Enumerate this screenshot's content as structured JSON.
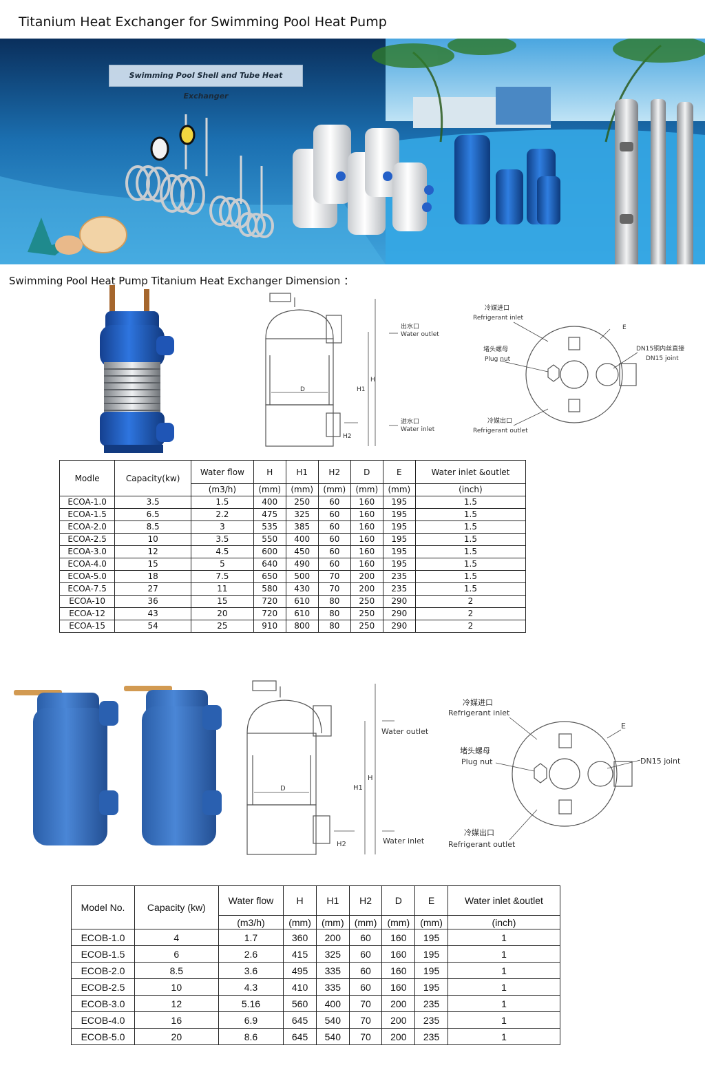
{
  "page_title": "Titanium Heat Exchanger for Swimming Pool Heat Pump",
  "banner_label": "Swimming Pool Shell and Tube Heat Exchanger",
  "section_title": "Swimming Pool Heat Pump Titanium Heat Exchanger Dimension ：",
  "colors": {
    "pool_blue": "#2c86c9",
    "product_blue": "#1f5fb0",
    "grid": "#222222"
  },
  "drawing_a": {
    "water_outlet_cn": "出水口",
    "water_outlet": "Water outlet",
    "water_inlet_cn": "进水口",
    "water_inlet": "Water inlet",
    "dim_h": "H",
    "dim_h1": "H1",
    "dim_h2": "H2",
    "dim_d": "D",
    "refrigerant_inlet_cn": "冷媒进口",
    "refrigerant_inlet": "Refrigerant inlet",
    "plug_nut_cn": "堵头螺母",
    "plug_nut": "Plug nut",
    "dim_e": "E",
    "dn15_cn": "DN15铜内丝直接",
    "dn15": "DN15 joint",
    "refrigerant_outlet_cn": "冷媒出口",
    "refrigerant_outlet": "Refrigerant outlet"
  },
  "drawing_b": {
    "water_outlet": "Water outlet",
    "water_inlet": "Water inlet",
    "dim_h": "H",
    "dim_h1": "H1",
    "dim_h2": "H2",
    "dim_d": "D",
    "refrigerant_inlet_cn": "冷媒进口",
    "refrigerant_inlet": "Refrigerant inlet",
    "plug_nut_cn": "堵头螺母",
    "plug_nut": "Plug nut",
    "dim_e": "E",
    "dn15": "DN15 joint",
    "refrigerant_outlet_cn": "冷媒出口",
    "refrigerant_outlet": "Refrigerant outlet"
  },
  "table_a": {
    "headers": [
      "Modle",
      "Capacity(kw)",
      "Water flow",
      "H",
      "H1",
      "H2",
      "D",
      "E",
      "Water inlet &outlet"
    ],
    "units": [
      "(m3/h)",
      "(mm)",
      "(mm)",
      "(mm)",
      "(mm)",
      "(mm)",
      "(inch)"
    ],
    "rows": [
      [
        "ECOA-1.0",
        "3.5",
        "1.5",
        "400",
        "250",
        "60",
        "160",
        "195",
        "1.5"
      ],
      [
        "ECOA-1.5",
        "6.5",
        "2.2",
        "475",
        "325",
        "60",
        "160",
        "195",
        "1.5"
      ],
      [
        "ECOA-2.0",
        "8.5",
        "3",
        "535",
        "385",
        "60",
        "160",
        "195",
        "1.5"
      ],
      [
        "ECOA-2.5",
        "10",
        "3.5",
        "550",
        "400",
        "60",
        "160",
        "195",
        "1.5"
      ],
      [
        "ECOA-3.0",
        "12",
        "4.5",
        "600",
        "450",
        "60",
        "160",
        "195",
        "1.5"
      ],
      [
        "ECOA-4.0",
        "15",
        "5",
        "640",
        "490",
        "60",
        "160",
        "195",
        "1.5"
      ],
      [
        "ECOA-5.0",
        "18",
        "7.5",
        "650",
        "500",
        "70",
        "200",
        "235",
        "1.5"
      ],
      [
        "ECOA-7.5",
        "27",
        "11",
        "580",
        "430",
        "70",
        "200",
        "235",
        "1.5"
      ],
      [
        "ECOA-10",
        "36",
        "15",
        "720",
        "610",
        "80",
        "250",
        "290",
        "2"
      ],
      [
        "ECOA-12",
        "43",
        "20",
        "720",
        "610",
        "80",
        "250",
        "290",
        "2"
      ],
      [
        "ECOA-15",
        "54",
        "25",
        "910",
        "800",
        "80",
        "250",
        "290",
        "2"
      ]
    ]
  },
  "table_b": {
    "headers": [
      "Model No.",
      "Capacity (kw)",
      "Water flow",
      "H",
      "H1",
      "H2",
      "D",
      "E",
      "Water inlet &outlet"
    ],
    "units": [
      "(m3/h)",
      "(mm)",
      "(mm)",
      "(mm)",
      "(mm)",
      "(mm)",
      "(inch)"
    ],
    "rows": [
      [
        "ECOB-1.0",
        "4",
        "1.7",
        "360",
        "200",
        "60",
        "160",
        "195",
        "1"
      ],
      [
        "ECOB-1.5",
        "6",
        "2.6",
        "415",
        "325",
        "60",
        "160",
        "195",
        "1"
      ],
      [
        "ECOB-2.0",
        "8.5",
        "3.6",
        "495",
        "335",
        "60",
        "160",
        "195",
        "1"
      ],
      [
        "ECOB-2.5",
        "10",
        "4.3",
        "410",
        "335",
        "60",
        "160",
        "195",
        "1"
      ],
      [
        "ECOB-3.0",
        "12",
        "5.16",
        "560",
        "400",
        "70",
        "200",
        "235",
        "1"
      ],
      [
        "ECOB-4.0",
        "16",
        "6.9",
        "645",
        "540",
        "70",
        "200",
        "235",
        "1"
      ],
      [
        "ECOB-5.0",
        "20",
        "8.6",
        "645",
        "540",
        "70",
        "200",
        "235",
        "1"
      ]
    ]
  }
}
